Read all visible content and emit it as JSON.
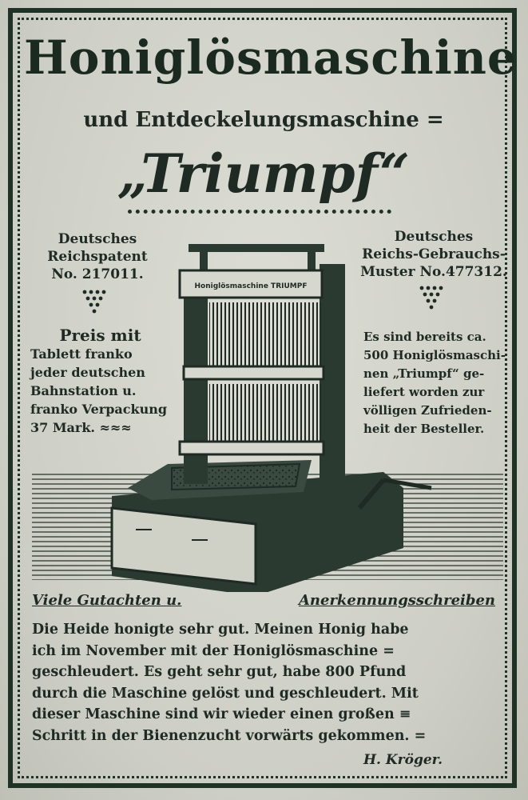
{
  "title": "Honiglösmaschine",
  "subtitle": "und Entdeckelungsmaschine =",
  "brand": "„Triumpf“",
  "patent_left": [
    "Deutsches",
    "Reichspatent",
    "No. 217011."
  ],
  "patent_right": [
    "Deutsches",
    "Reichs-Gebrauchs-",
    "Muster No.477312."
  ],
  "price": {
    "head": "Preis mit",
    "lines": [
      "Tablett franko",
      "jeder deutschen",
      "Bahnstation u.",
      "franko Verpackung",
      "37 Mark. ≈≈≈"
    ]
  },
  "delivered": [
    "Es sind bereits ca.",
    "500 Honiglösmaschi-",
    "nen „Triumpf“ ge-",
    "liefert worden zur",
    "völligen Zufrieden-",
    "heit der Besteller."
  ],
  "machine_label": "Honiglösmaschine TRIUMPF",
  "headings": {
    "left": "Viele Gutachten u.",
    "right": "Anerkennungsschreiben"
  },
  "testimonial": [
    "Die Heide honigte sehr gut. Meinen Honig habe",
    "ich im November mit der Honiglösmaschine =",
    "geschleudert. Es geht sehr gut, habe 800 Pfund",
    "durch die Maschine gelöst und geschleudert. Mit",
    "dieser Maschine sind wir wieder einen großen ≡",
    "Schritt in der Bienenzucht vorwärts gekommen. ="
  ],
  "signature": "H. Kröger.",
  "colors": {
    "ink": "#1e2a23",
    "paper": "#d8d9d0"
  }
}
